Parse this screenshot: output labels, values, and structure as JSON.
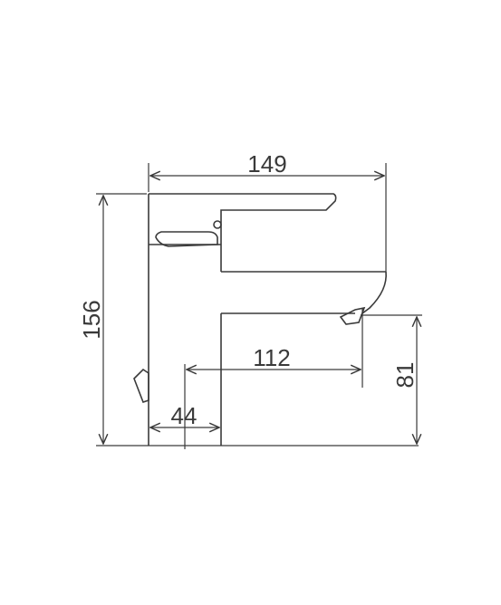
{
  "drawing": {
    "dimensions": {
      "overall_width": "149",
      "overall_height": "156",
      "spout_reach": "112",
      "spout_height": "81",
      "base_width": "44"
    }
  }
}
